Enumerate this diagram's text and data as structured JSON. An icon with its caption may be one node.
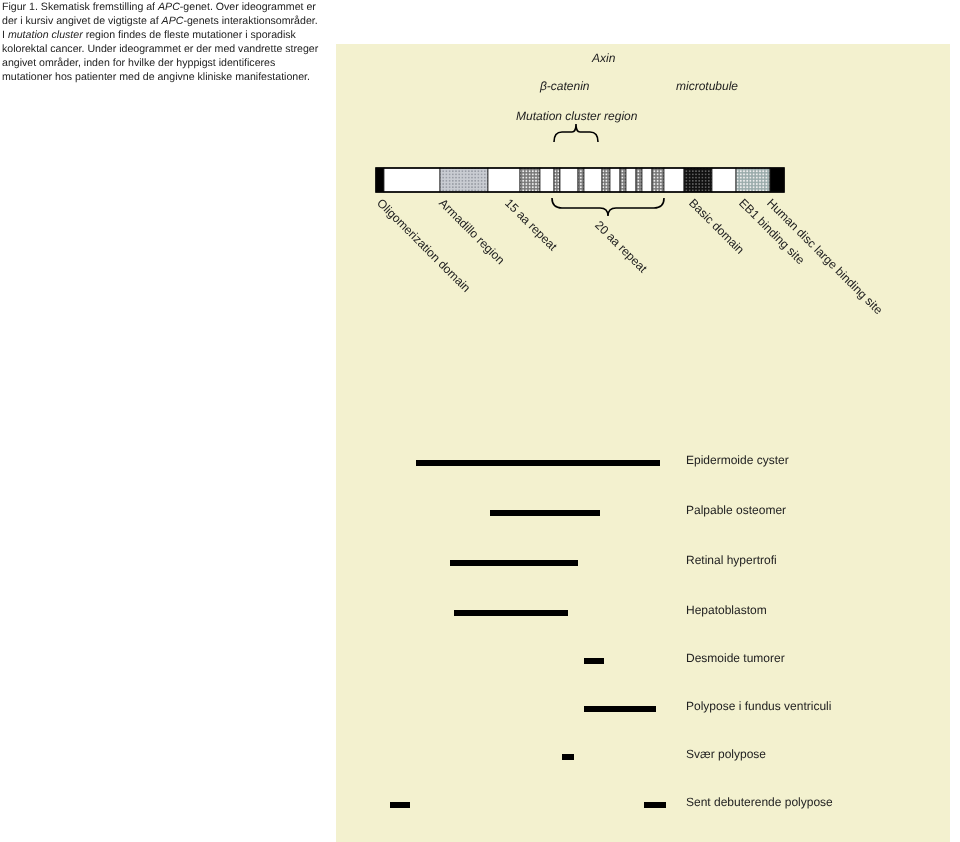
{
  "diagram": {
    "caption": "Figur 1. Skematisk fremstilling af *APC*-genet. Over ideogrammet er der i kursiv angivet de vigtigste af *APC*-genets interaktionsområder. I *mutation cluster* region findes de fleste mutationer i sporadisk kolorektal cancer. Under ideogrammet er der med vandrette streger angivet områder, inden for hvilke der hyppigst identificeres mutationer hos patienter med de angivne kliniske manifestationer.",
    "labels": [
      "Axin",
      "β-catenin",
      "microtubule",
      "Mutation cluster region",
      "Oligomerization domain",
      "Armadillo region",
      "15 aa repeat",
      "20 aa repeat",
      "Basic domain",
      "EB1 binding site",
      "Human disc large binding site",
      "Epidermoide cyster",
      "Palpable osteomer",
      "Retinal hypertrofi",
      "Hepatoblastom",
      "Desmoide tumorer",
      "Polypose i fundus ventriculi",
      "Svær polypose",
      "Sent debuterende polypose"
    ]
  }
}
